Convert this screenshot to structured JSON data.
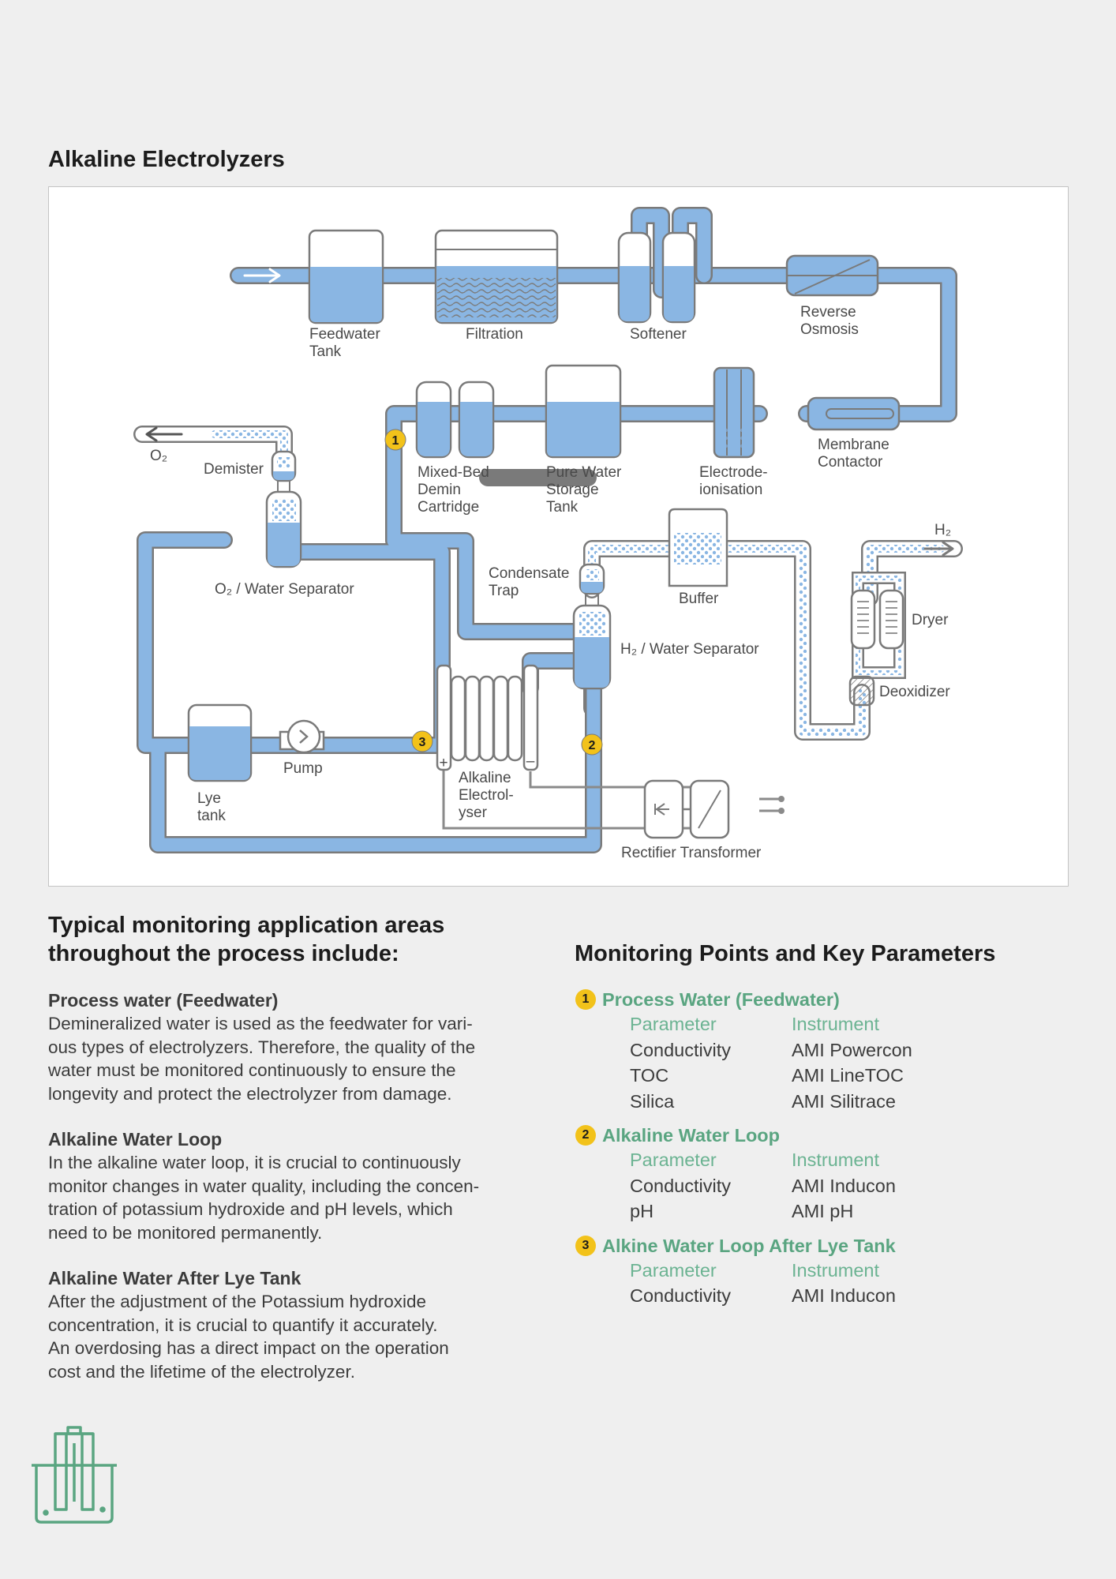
{
  "page": {
    "title": "Alkaline Electrolyzers"
  },
  "diagram": {
    "labels": {
      "feedwater_tank": [
        "Feedwater",
        "Tank"
      ],
      "filtration": "Filtration",
      "softener": "Softener",
      "reverse_osmosis": [
        "Reverse",
        "Osmosis"
      ],
      "membrane_contactor": [
        "Membrane",
        "Contactor"
      ],
      "electrodeionisation": [
        "Electrode-",
        "ionisation"
      ],
      "pure_water_storage_tank": [
        "Pure Water",
        "Storage",
        "Tank"
      ],
      "mixed_bed_demin_cartridge": [
        "Mixed-Bed",
        "Demin",
        "Cartridge"
      ],
      "o2": "O₂",
      "demister": "Demister",
      "o2_water_separator": "O₂ / Water Separator",
      "condensate_trap": [
        "Condensate",
        "Trap"
      ],
      "buffer": "Buffer",
      "h2": "H₂",
      "dryer": "Dryer",
      "h2_water_separator": "H₂ / Water Separator",
      "deoxidizer": "Deoxidizer",
      "lye_tank": [
        "Lye",
        "tank"
      ],
      "pump": "Pump",
      "alkaline_electrolyser": [
        "Alkaline",
        "Electrol-",
        "yser"
      ],
      "rectifier_transformer": "Rectifier Transformer"
    },
    "markers": [
      "1",
      "2",
      "3"
    ],
    "colors": {
      "pipe": "#8ab6e3",
      "pipe_outline": "#7c7c7c",
      "water": "#8ab6e3",
      "marker": "#f2c21a"
    }
  },
  "monitoring_areas": {
    "heading_lines": [
      "Typical monitoring application areas",
      "throughout the process include:"
    ],
    "items": [
      {
        "title": "Process water (Feedwater)",
        "text": "Demineralized water is used as the feedwater for vari-\nous types of electrolyzers. Therefore, the quality of the\nwater must be monitored continuously to ensure the\nlongevity and protect the electrolyzer from damage."
      },
      {
        "title": "Alkaline Water Loop",
        "text": "In the alkaline water loop, it is crucial to continuously\nmonitor changes in water quality, including the concen-\ntration of potassium hydroxide and pH levels, which\nneed to be monitored permanently."
      },
      {
        "title": "Alkaline Water After Lye Tank",
        "text": "After the adjustment of the Potassium hydroxide\nconcentration, it is crucial to quantify it accurately.\nAn overdosing has a direct impact on the operation\ncost and the lifetime of the electrolyzer."
      }
    ]
  },
  "monitoring_points": {
    "heading": "Monitoring Points and Key Parameters",
    "column_headers": [
      "Parameter",
      "Instrument"
    ],
    "groups": [
      {
        "number": "1",
        "title": "Process Water (Feedwater)",
        "rows": [
          [
            "Conductivity",
            "AMI Powercon"
          ],
          [
            "TOC",
            "AMI LineTOC"
          ],
          [
            "Silica",
            "AMI Silitrace"
          ]
        ]
      },
      {
        "number": "2",
        "title": "Alkaline Water Loop",
        "rows": [
          [
            "Conductivity",
            "AMI Inducon"
          ],
          [
            "pH",
            "AMI pH"
          ]
        ]
      },
      {
        "number": "3",
        "title": "Alkine Water Loop After Lye Tank",
        "rows": [
          [
            "Conductivity",
            "AMI Inducon"
          ]
        ]
      }
    ]
  },
  "footer": {
    "logo_icon": "electrolyzer-tank-icon",
    "logo_color": "#5aa581"
  }
}
